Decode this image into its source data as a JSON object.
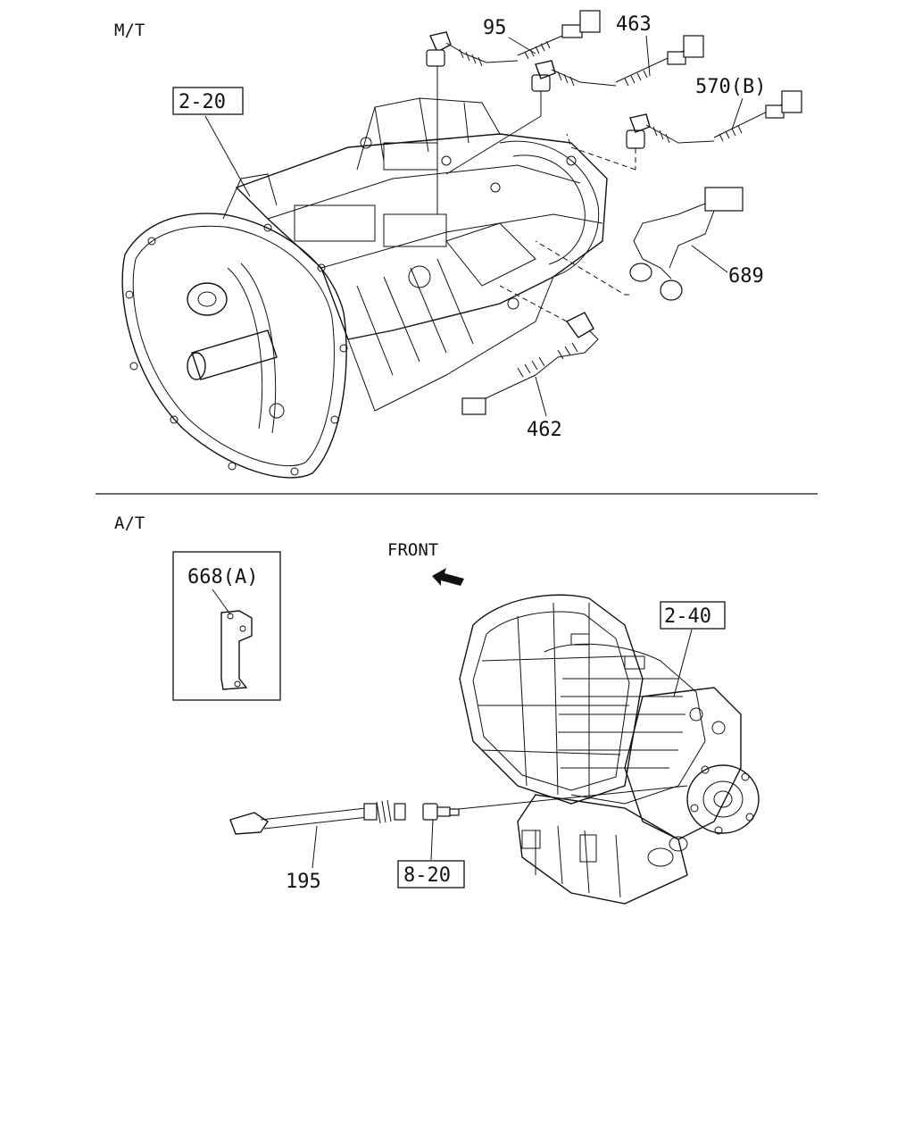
{
  "sections": {
    "manual": {
      "label": "M/T"
    },
    "automatic": {
      "label": "A/T"
    }
  },
  "orientation": {
    "label": "FRONT"
  },
  "references": {
    "manual_transmission": "2-20",
    "automatic_transmission": "2-40",
    "sensor_adapter": "8-20"
  },
  "parts": {
    "p95": "95",
    "p463": "463",
    "p570b": "570(B)",
    "p689": "689",
    "p462": "462",
    "p668a": "668(A)",
    "p195": "195"
  },
  "colors": {
    "ink": "#111111",
    "paper": "#ffffff"
  }
}
